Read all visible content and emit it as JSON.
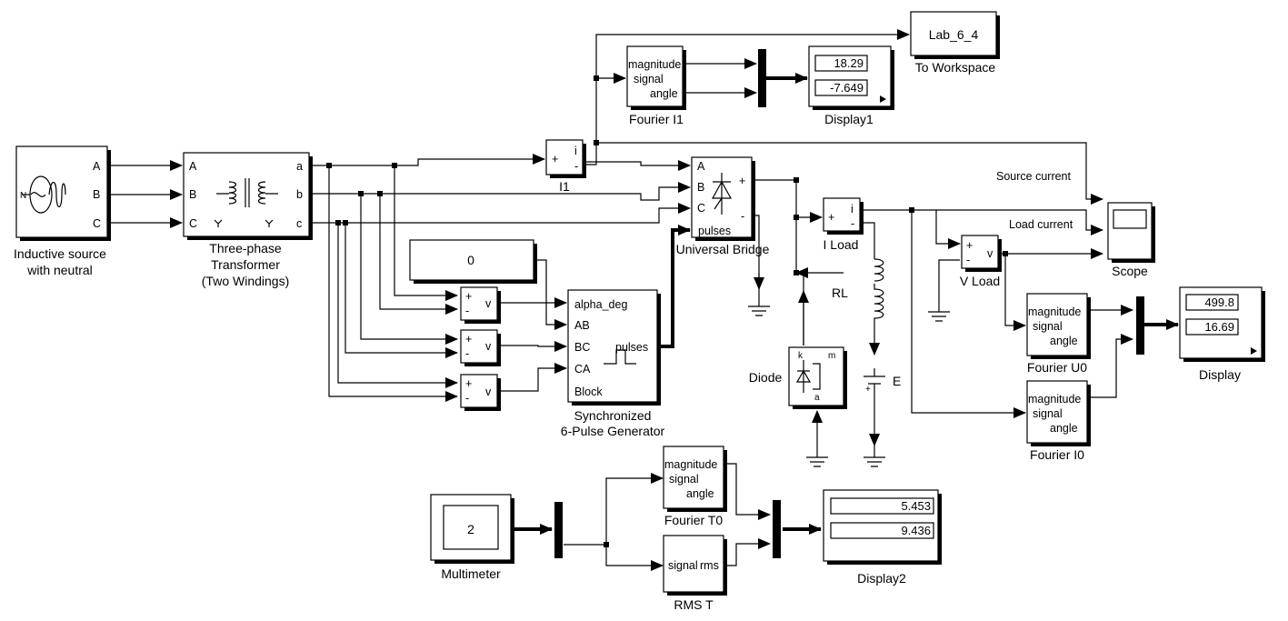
{
  "blocks": {
    "source": {
      "name_line1": "Inductive source",
      "name_line2": "with neutral",
      "ports": [
        "A",
        "B",
        "C"
      ],
      "in_port": "N"
    },
    "transformer": {
      "name_line1": "Three-phase",
      "name_line2": "Transformer",
      "name_line3": "(Two Windings)",
      "in_ports": [
        "A",
        "B",
        "C"
      ],
      "out_ports": [
        "a",
        "b",
        "c"
      ]
    },
    "i1": {
      "name": "I1",
      "plus": "+",
      "minus": "-",
      "out": "i"
    },
    "fourier_i1": {
      "name": "Fourier I1",
      "ports": [
        "magnitude",
        "signal",
        "angle"
      ]
    },
    "display1": {
      "name": "Display1",
      "values": [
        "18.29",
        "-7.649"
      ]
    },
    "to_workspace": {
      "name": "To Workspace",
      "var": "Lab_6_4"
    },
    "universal_bridge": {
      "name": "Universal Bridge",
      "ports": [
        "A",
        "B",
        "C",
        "pulses",
        "+",
        "-"
      ]
    },
    "constant": {
      "value": "0"
    },
    "pulse_gen": {
      "name_line1": "Synchronized",
      "name_line2": "6-Pulse Generator",
      "ports": [
        "alpha_deg",
        "AB",
        "BC",
        "CA",
        "Block"
      ],
      "out": "pulses"
    },
    "i_load": {
      "name": "I Load",
      "plus": "+",
      "minus": "-",
      "out": "i"
    },
    "v_load": {
      "name": "V Load",
      "plus": "+",
      "minus": "-",
      "out": "v"
    },
    "vm": {
      "plus": "+",
      "minus": "-",
      "out": "v"
    },
    "rl": {
      "name": "RL"
    },
    "diode": {
      "name": "Diode",
      "k": "k",
      "m": "m",
      "a": "a"
    },
    "e": {
      "name": "E",
      "plus": "+"
    },
    "scope": {
      "name": "Scope",
      "signal1": "Source current",
      "signal2": "Load current"
    },
    "fourier_u0": {
      "name": "Fourier U0",
      "ports": [
        "magnitude",
        "signal",
        "angle"
      ]
    },
    "fourier_i0": {
      "name": "Fourier I0",
      "ports": [
        "magnitude",
        "signal",
        "angle"
      ]
    },
    "display": {
      "name": "Display",
      "values": [
        "499.8",
        "16.69"
      ]
    },
    "multimeter": {
      "name": "Multimeter",
      "value": "2"
    },
    "fourier_t0": {
      "name": "Fourier T0",
      "ports": [
        "magnitude",
        "signal",
        "angle"
      ]
    },
    "rms_t": {
      "name": "RMS T",
      "port_in": "signal",
      "port_out": "rms"
    },
    "display2": {
      "name": "Display2",
      "values": [
        "5.453",
        "9.436"
      ]
    }
  },
  "colors": {
    "line": "#000000",
    "background": "#ffffff"
  }
}
